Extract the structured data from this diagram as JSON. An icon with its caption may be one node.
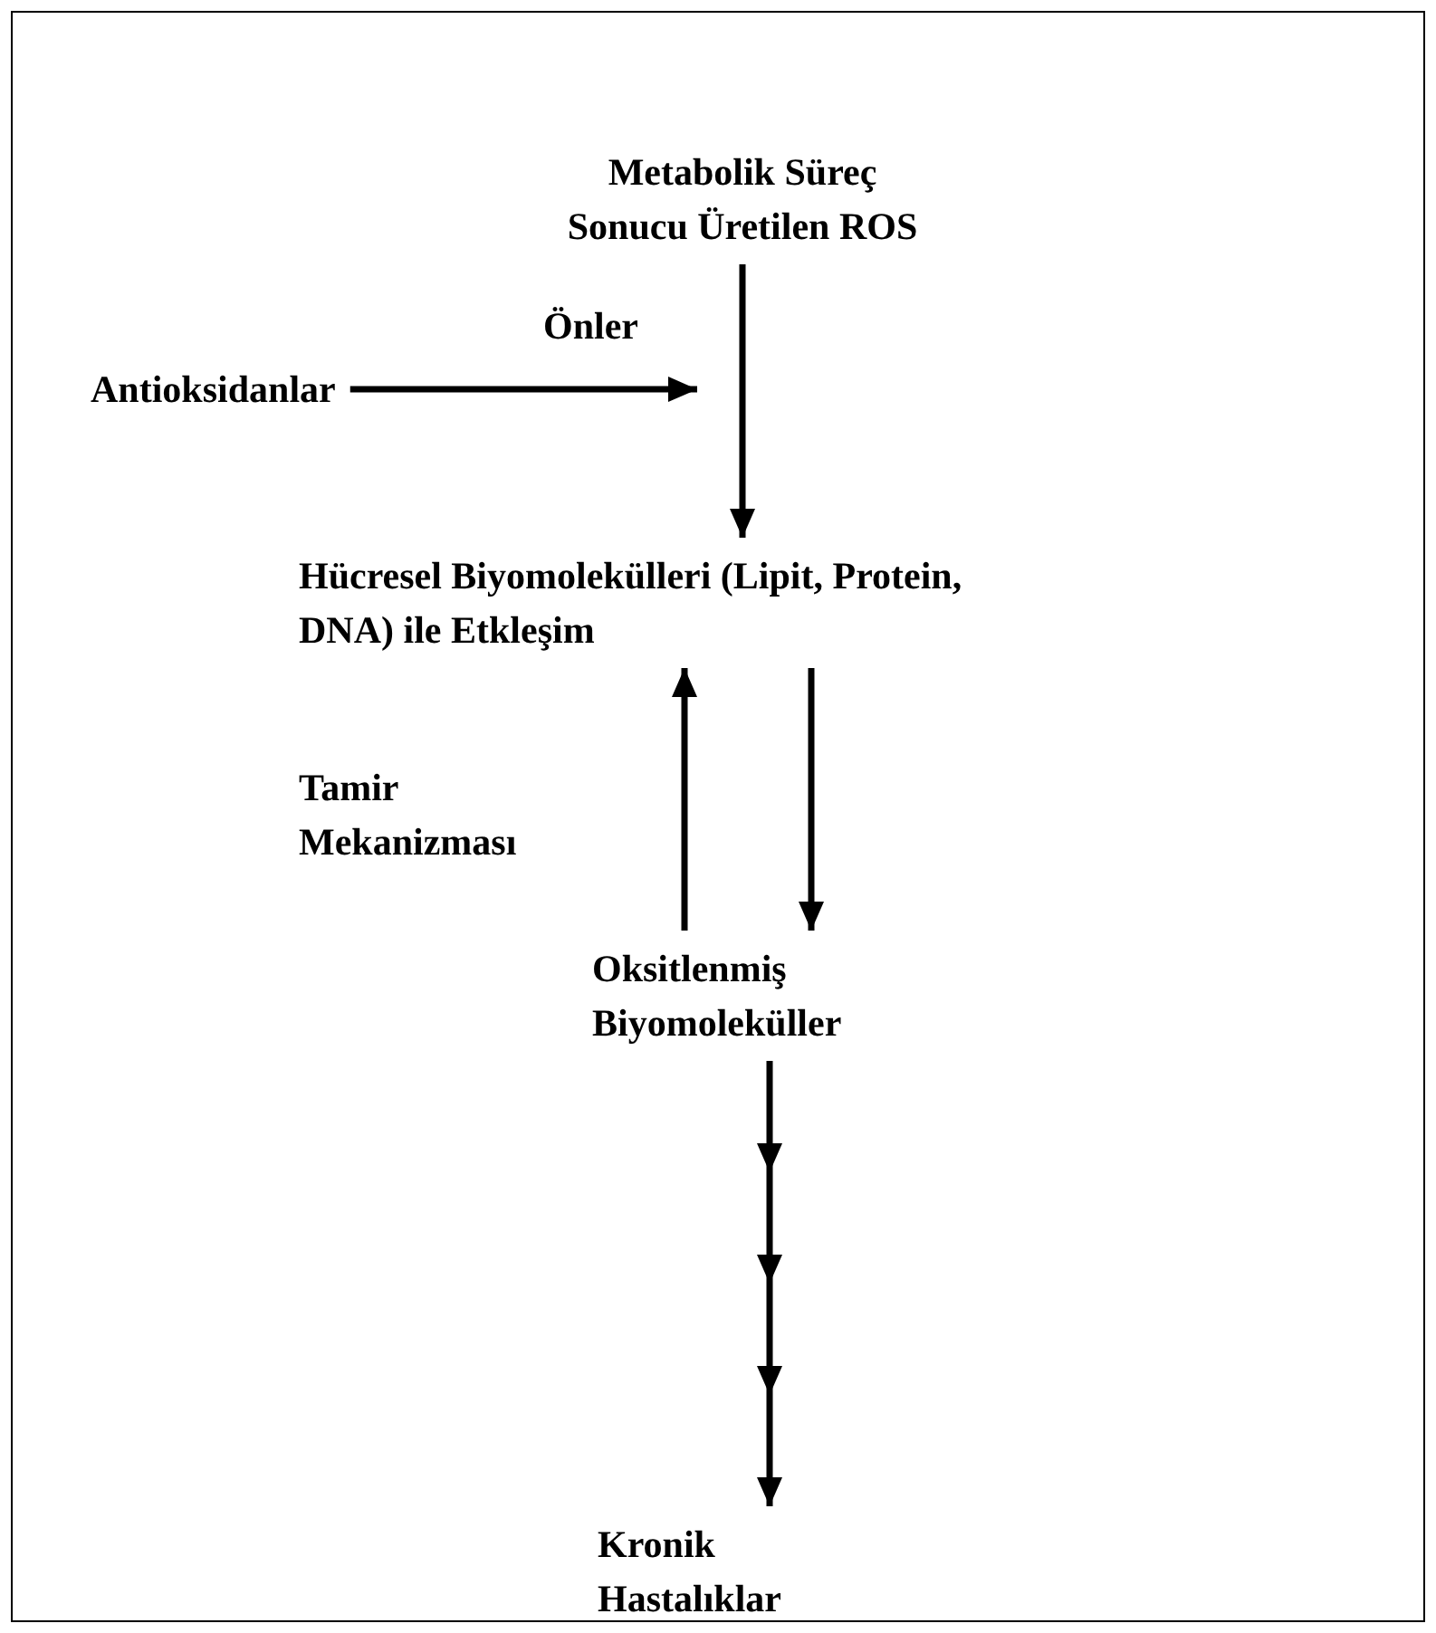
{
  "diagram": {
    "nodes": [
      {
        "text": [
          "Metabolik Süreç Sonucu Üretilen ROS"
        ]
      },
      {
        "text": [
          "Antioksidanlar"
        ]
      },
      {
        "text": [
          "Hücresel Biyomolekülleri (Lipit, Protein, DNA) ile Etkleşim"
        ]
      },
      {
        "text": [
          "Oksitlenmiş Biyomoleküller"
        ]
      },
      {
        "text": [
          "Kronik Hastalıklar"
        ]
      }
    ],
    "edges": [
      {
        "from": 0,
        "to": 2,
        "arrow": "to"
      },
      {
        "from": 1,
        "to": null,
        "arrow": "to",
        "label": "Önler"
      },
      {
        "from": 3,
        "to": 2,
        "arrow": "to",
        "label": "Tamir Mekanizması"
      },
      {
        "from": 2,
        "to": 3,
        "arrow": "to"
      },
      {
        "from": 3,
        "to": 4,
        "arrow": "to"
      }
    ]
  }
}
